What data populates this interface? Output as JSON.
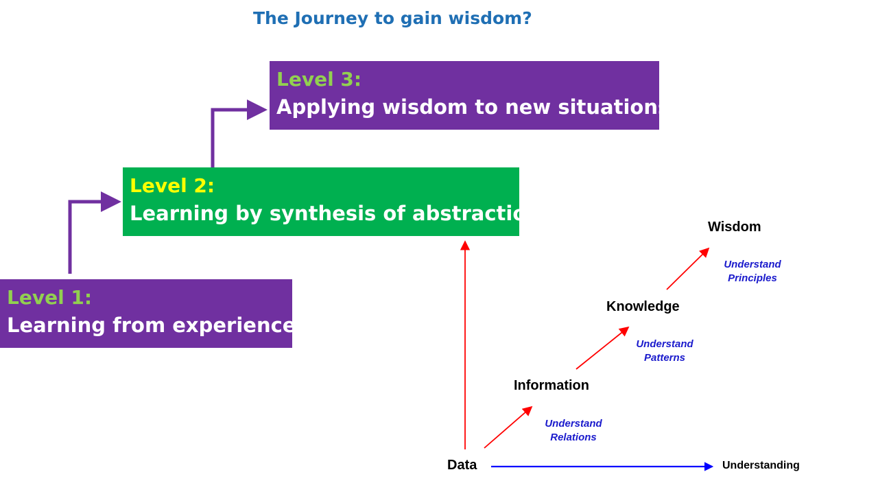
{
  "title": "The Journey to gain wisdom?",
  "levels": [
    {
      "name": "Level 1:",
      "description": "Learning from experience",
      "name_color": "#92d050",
      "box_color": "#7030a0"
    },
    {
      "name": "Level 2:",
      "description": "Learning by synthesis of abstraction",
      "name_color": "#ffff00",
      "box_color": "#00b050"
    },
    {
      "name": "Level 3:",
      "description": "Applying wisdom to new situations",
      "name_color": "#92d050",
      "box_color": "#7030a0"
    }
  ],
  "dikw": {
    "nodes": [
      "Data",
      "Information",
      "Knowledge",
      "Wisdom"
    ],
    "steps": [
      {
        "line1": "Understand",
        "line2": "Relations"
      },
      {
        "line1": "Understand",
        "line2": "Patterns"
      },
      {
        "line1": "Understand",
        "line2": "Principles"
      }
    ],
    "x_axis_label": "Understanding",
    "arrow_color": "#ff0000",
    "axis_color": "#0000ff",
    "step_text_color": "#1a1acc"
  },
  "connector_color": "#7030a0"
}
